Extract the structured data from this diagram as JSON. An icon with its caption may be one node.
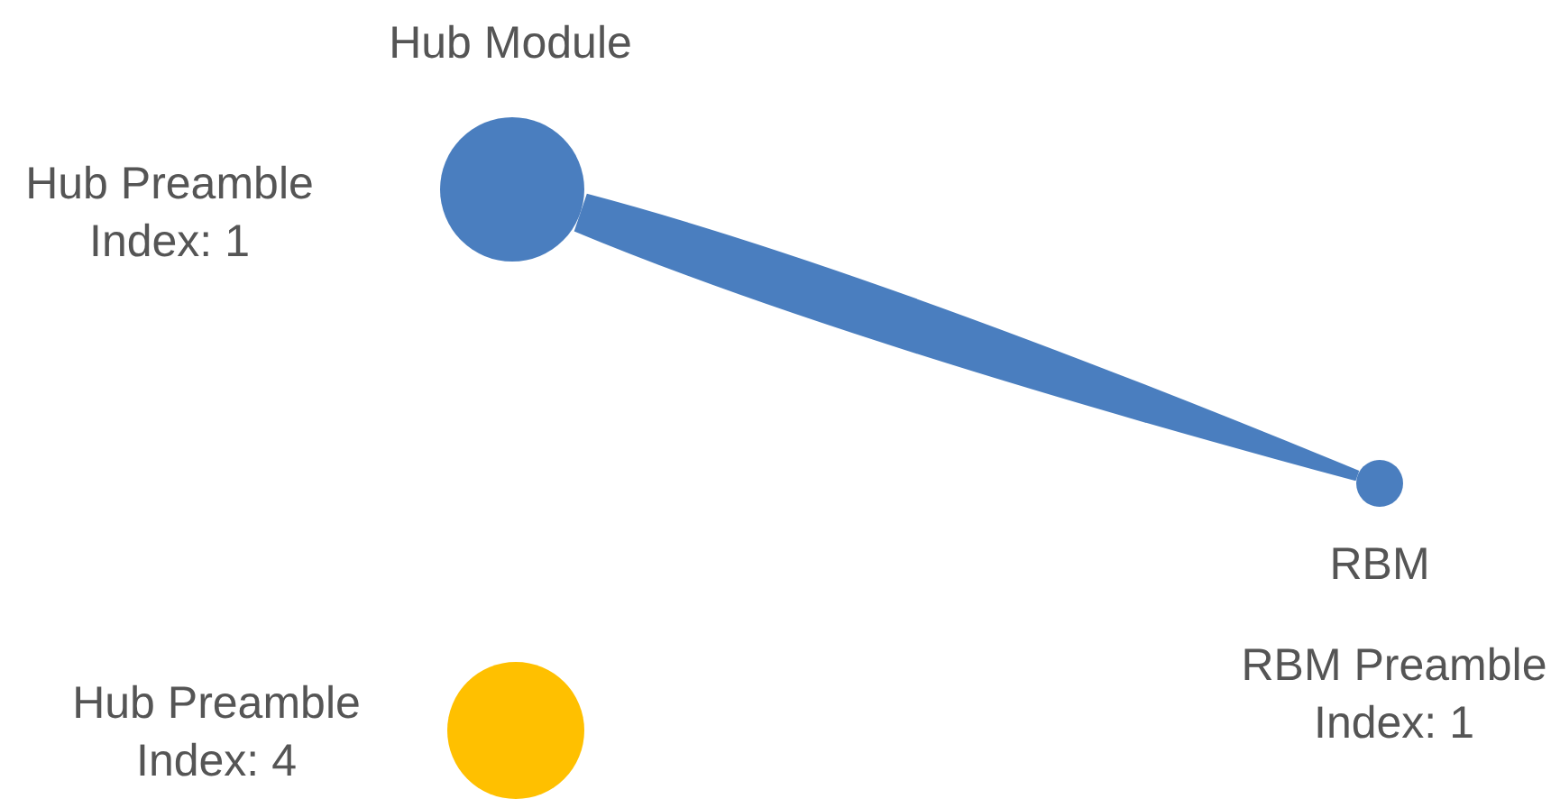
{
  "diagram": {
    "nodes": [
      {
        "text": [],
        "shape": "circle",
        "beside": [
          "Hub Module",
          "Hub Preamble Index: 1"
        ]
      },
      {
        "text": [],
        "shape": "circle",
        "beside": [
          "RBM",
          "RBM Preamble Index: 1"
        ]
      },
      {
        "text": [],
        "shape": "circle",
        "beside": [
          "Hub Preamble Index: 4"
        ]
      }
    ],
    "edges": [
      {
        "from": 0,
        "to": 1,
        "arrow": "none",
        "style": "thick"
      }
    ]
  }
}
